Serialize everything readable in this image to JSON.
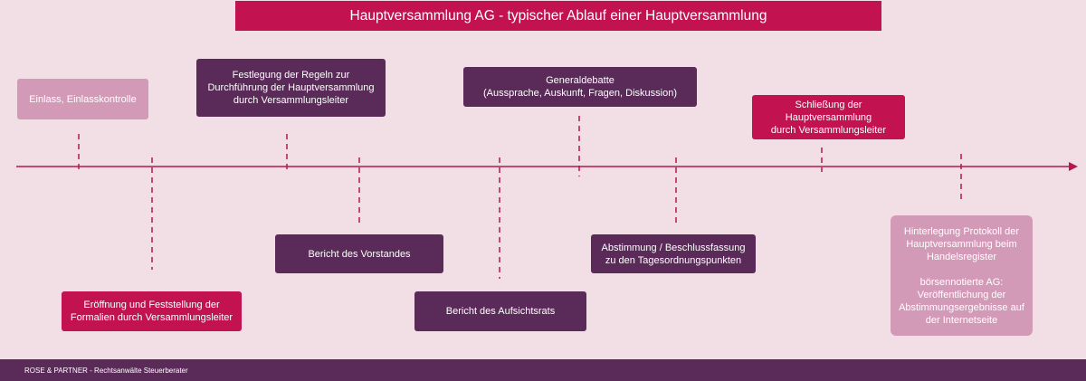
{
  "title": "Hauptversammlung AG - typischer Ablauf einer Hauptversammlung",
  "footer": "ROSE & PARTNER - Rechtsanwälte Steuerberater",
  "colors": {
    "background": "#f2dfe6",
    "accent_red": "#c2124f",
    "dark_purple": "#5a2a58",
    "light_pink": "#d39ab7",
    "timeline": "#b5174f"
  },
  "steps": [
    {
      "id": "einlass",
      "text": "Einlass, Einlasskontrolle"
    },
    {
      "id": "eroeffnung",
      "text": "Eröffnung und Feststellung der\nFormalien durch Versammlungsleiter"
    },
    {
      "id": "regeln",
      "text": "Festlegung der Regeln zur\nDurchführung der Hauptversammlung\ndurch Versammlungsleiter"
    },
    {
      "id": "vorstand",
      "text": "Bericht des Vorstandes"
    },
    {
      "id": "aufsichtsrat",
      "text": "Bericht des Aufsichtsrats"
    },
    {
      "id": "generaldebatte",
      "text": "Generaldebatte\n(Aussprache, Auskunft, Fragen, Diskussion)"
    },
    {
      "id": "abstimmung",
      "text": "Abstimmung / Beschlussfassung\nzu den Tagesordnungspunkten"
    },
    {
      "id": "schliessung",
      "text": "Schließung der\nHauptversammlung\ndurch Versammlungsleiter"
    },
    {
      "id": "hinterlegung",
      "text": "Hinterlegung Protokoll der\nHauptversammlung beim\nHandelsregister\n\nbörsennotierte AG:\nVeröffentlichung  der\nAbstimmungsergebnisse auf\nder Internetseite"
    }
  ]
}
